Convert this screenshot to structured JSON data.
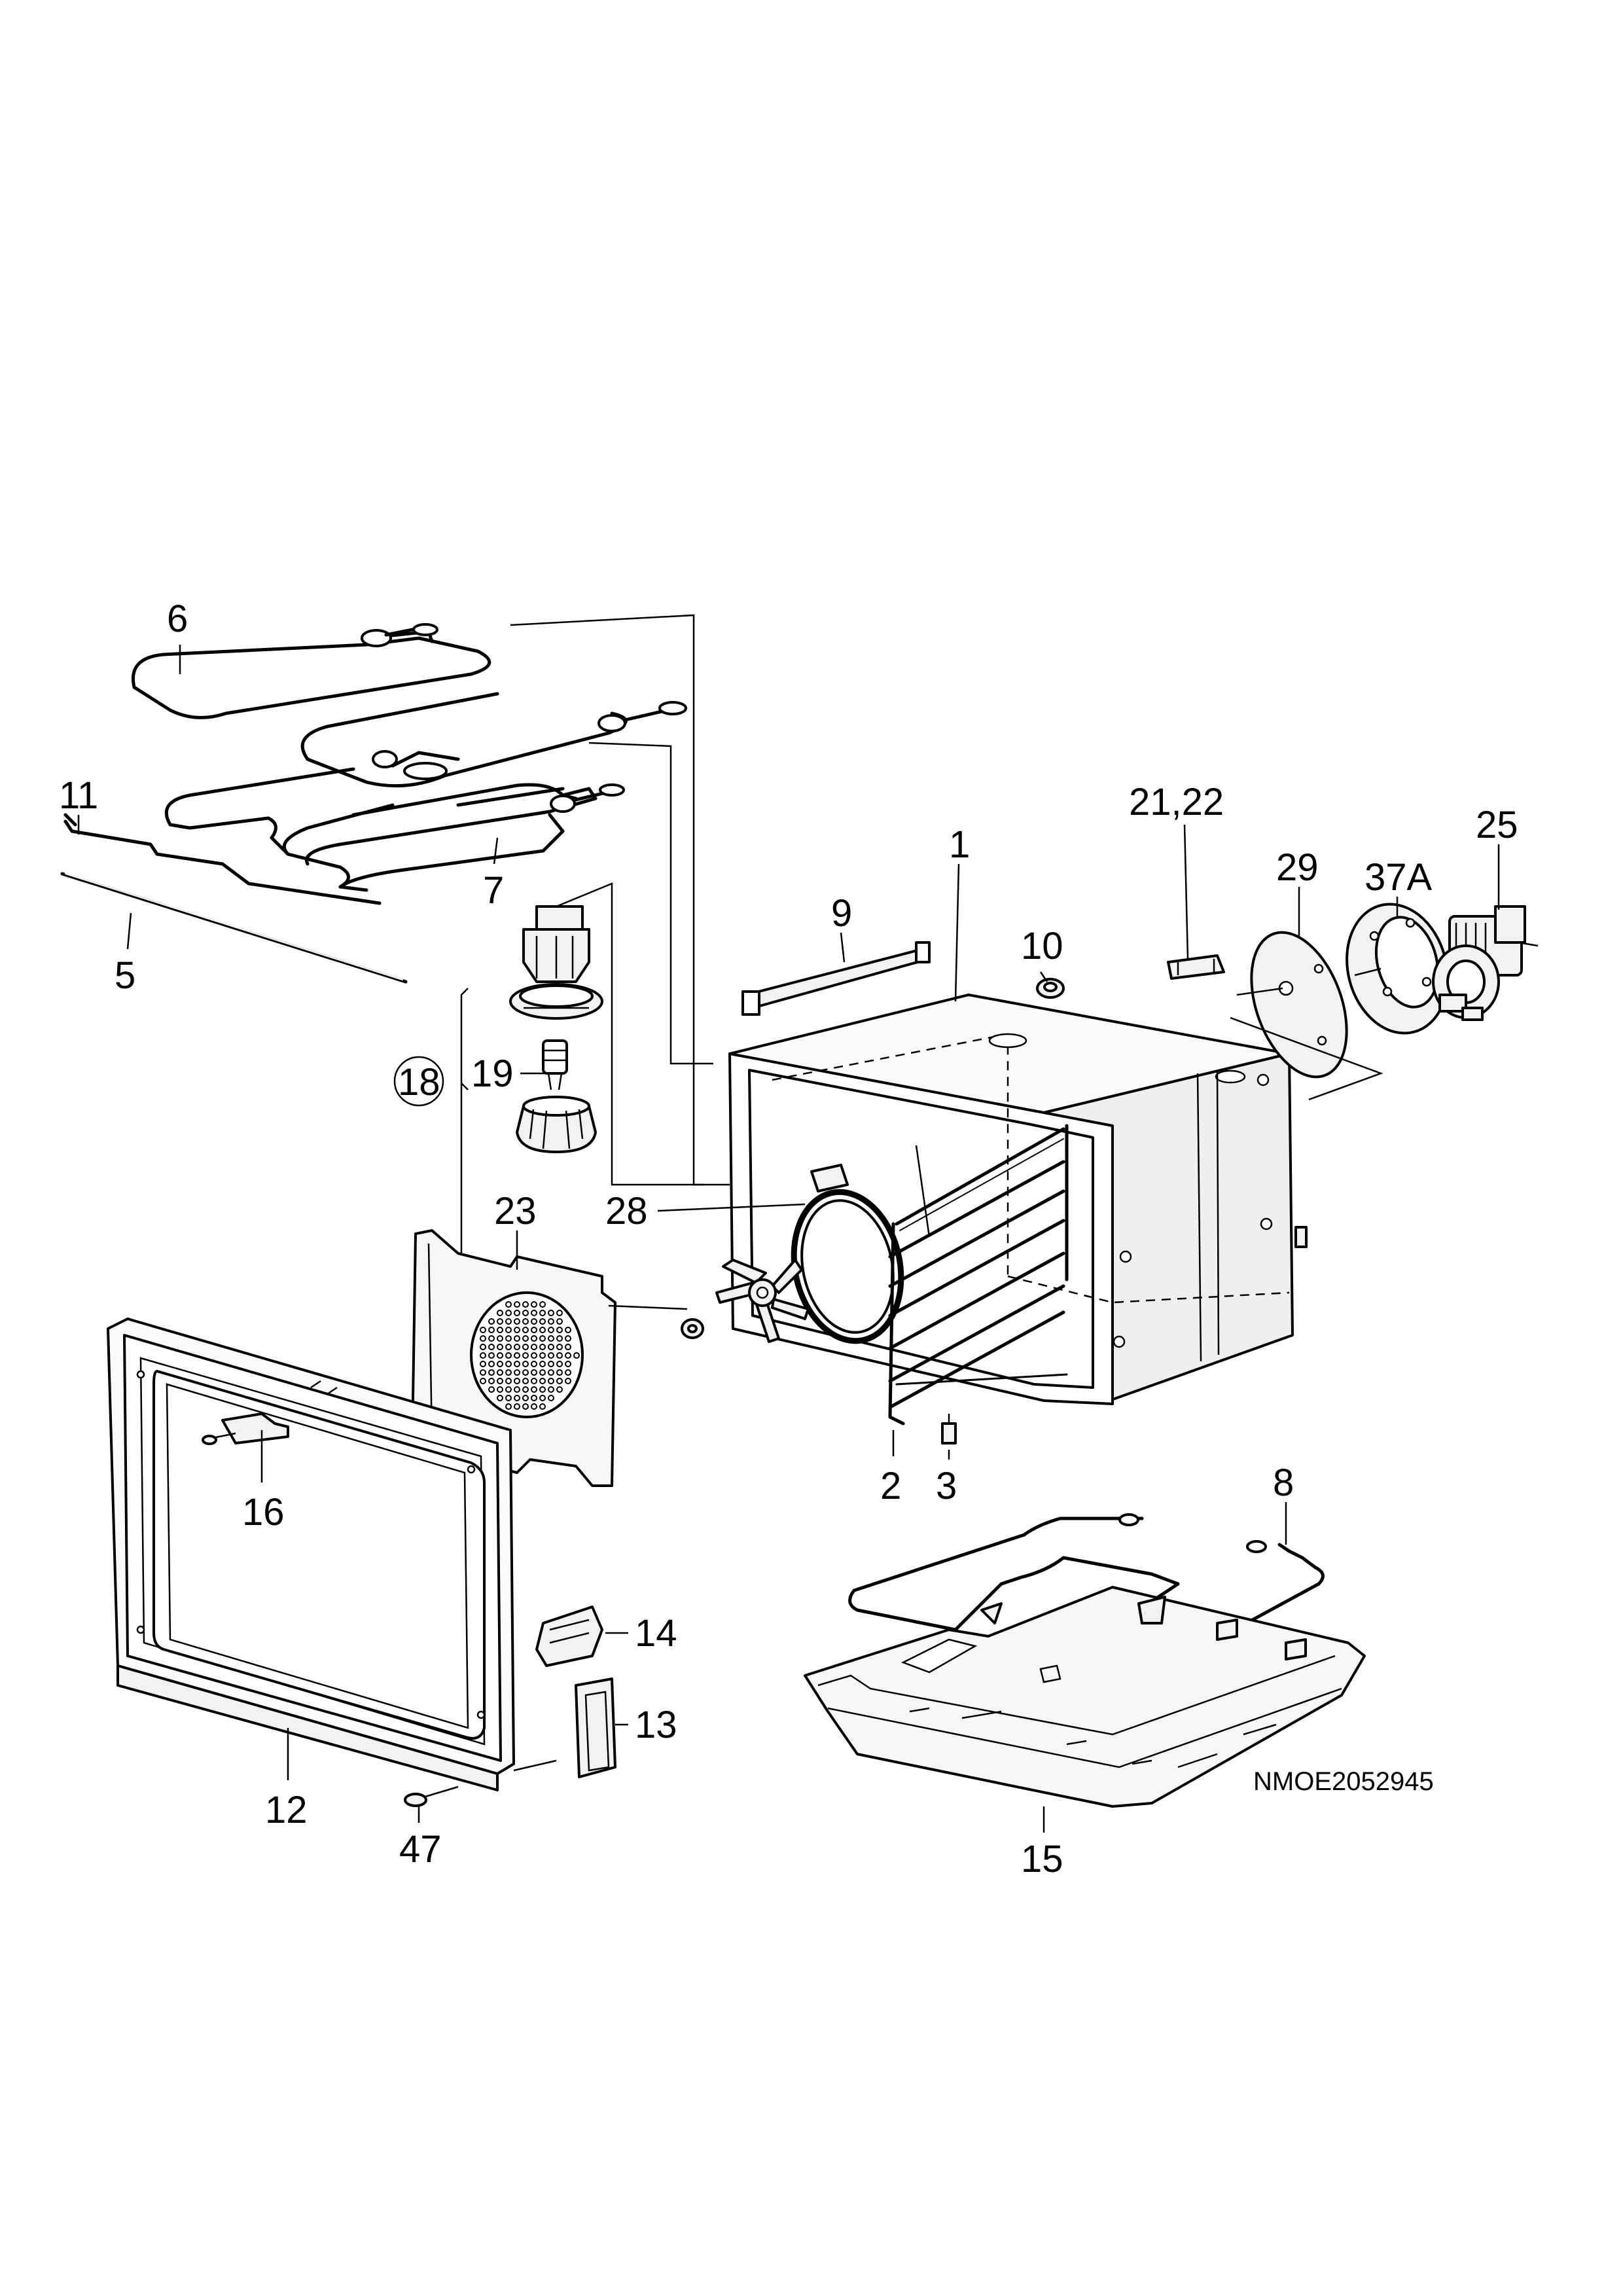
{
  "diagram": {
    "code": "NMOE2052945",
    "labels": {
      "p1": "1",
      "p2": "2",
      "p3": "3",
      "p5": "5",
      "p6": "6",
      "p7": "7",
      "p8": "8",
      "p9": "9",
      "p10": "10",
      "p11": "11",
      "p12": "12",
      "p13": "13",
      "p14": "14",
      "p15": "15",
      "p16": "16",
      "p18": "18",
      "p19": "19",
      "p21_22": "21,22",
      "p23": "23",
      "p25": "25",
      "p28": "28",
      "p29": "29",
      "p37a": "37A",
      "p47": "47"
    }
  }
}
